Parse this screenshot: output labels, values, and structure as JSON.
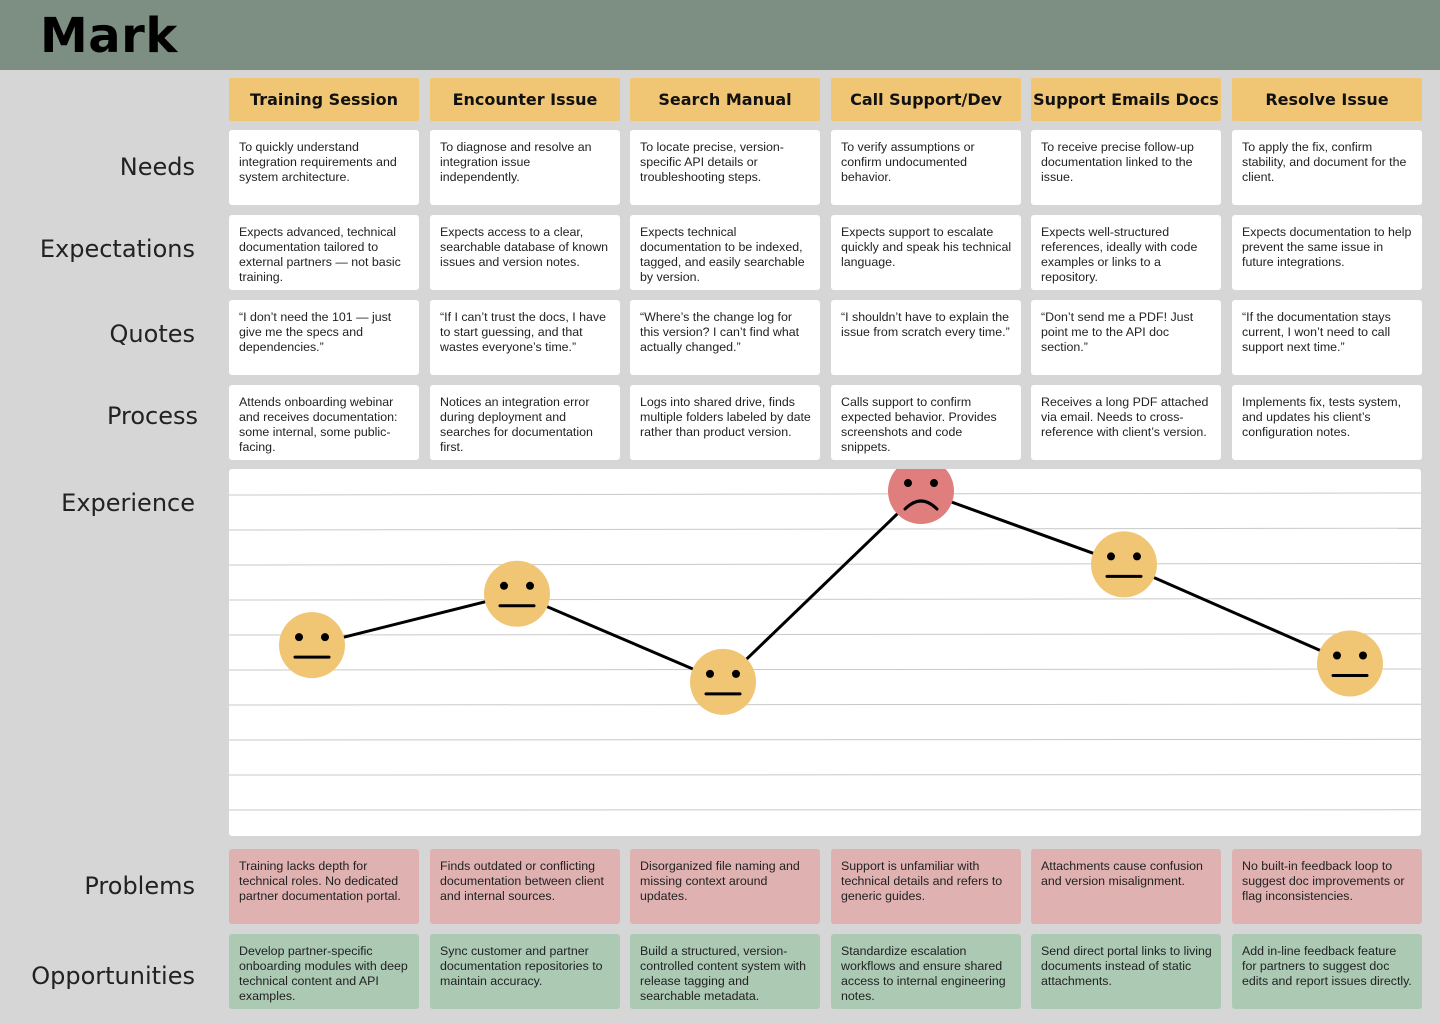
{
  "title": "Mark",
  "row_labels": {
    "needs": "Needs",
    "expectations": "Expectations",
    "quotes": "Quotes",
    "process": "Process",
    "experience": "Experience",
    "problems": "Problems",
    "opportunities": "Opportunities"
  },
  "stages": [
    {
      "name": "Training Session",
      "needs": "To quickly understand integration requirements and system architecture.",
      "expectations": "Expects advanced, technical documentation tailored to external partners — not basic training.",
      "quote": "“I don’t need the 101 — just give me the specs and dependencies.”",
      "process": "Attends onboarding webinar and receives documentation: some internal, some public-facing.",
      "problem": "Training lacks depth for technical roles. No dedicated partner documentation portal.",
      "opportunity": "Develop partner-specific onboarding modules with deep technical content and API examples."
    },
    {
      "name": "Encounter Issue",
      "needs": "To diagnose and resolve an integration issue independently.",
      "expectations": "Expects access to a clear, searchable database of known issues and version notes.",
      "quote": "“If I can’t trust the docs, I have to start guessing, and that wastes everyone’s time.”",
      "process": "Notices an integration error during deployment and searches for documentation first.",
      "problem": "Finds outdated or conflicting documentation between client and internal sources.",
      "opportunity": "Sync customer and partner documentation repositories to maintain accuracy."
    },
    {
      "name": "Search Manual",
      "needs": "To locate precise, version-specific API details or troubleshooting steps.",
      "expectations": "Expects technical documentation to be indexed, tagged, and easily searchable by version.",
      "quote": "“Where’s the change log for this version? I can’t find what actually changed.”",
      "process": "Logs into shared drive, finds multiple folders labeled by date rather than product version.",
      "problem": "Disorganized file naming and missing context around updates.",
      "opportunity": "Build a structured, version-controlled content system with release tagging and searchable metadata."
    },
    {
      "name": "Call Support/Dev",
      "needs": "To verify assumptions or confirm undocumented behavior.",
      "expectations": "Expects support to escalate quickly and speak his technical language.",
      "quote": "“I shouldn’t have to explain the issue from scratch every time.”",
      "process": "Calls support to confirm expected behavior. Provides screenshots and code snippets.",
      "problem": "Support is unfamiliar with technical details and refers to generic guides.",
      "opportunity": "Standardize escalation workflows and ensure shared access to internal engineering notes."
    },
    {
      "name": "Support Emails Docs",
      "needs": "To receive precise follow-up documentation linked to the issue.",
      "expectations": "Expects well-structured references, ideally with code examples or links to a repository.",
      "quote": "“Don’t send me a PDF! Just point me to the API doc section.”",
      "process": "Receives a long PDF attached via email. Needs to cross-reference with client’s version.",
      "problem": "Attachments cause confusion and version misalignment.",
      "opportunity": "Send direct portal links to living documents instead of static attachments."
    },
    {
      "name": "Resolve Issue",
      "needs": "To apply the fix, confirm stability, and document for the client.",
      "expectations": "Expects documentation to help prevent the same issue in future integrations.",
      "quote": "“If the documentation stays current, I won’t need to call support next time.”",
      "process": "Implements fix, tests system, and updates his client’s configuration notes.",
      "problem": "No built-in feedback loop to suggest doc improvements or flag inconsistencies.",
      "opportunity": "Add in-line feedback feature for partners to suggest doc edits and report issues directly."
    }
  ],
  "chart_data": {
    "type": "line",
    "categories": [
      "Training Session",
      "Encounter Issue",
      "Search Manual",
      "Call Support/Dev",
      "Support Emails Docs",
      "Resolve Issue"
    ],
    "series": [
      {
        "values": [
          5.2,
          6.6,
          4.2,
          9.4,
          7.4,
          4.7
        ]
      }
    ],
    "faces": [
      "neutral",
      "neutral",
      "neutral",
      "sad",
      "neutral",
      "neutral"
    ],
    "ylim": [
      0,
      10
    ],
    "grid": true,
    "colors": {
      "neutral": "#f0c675",
      "sad": "#e07d7d",
      "line": "#000000"
    }
  }
}
